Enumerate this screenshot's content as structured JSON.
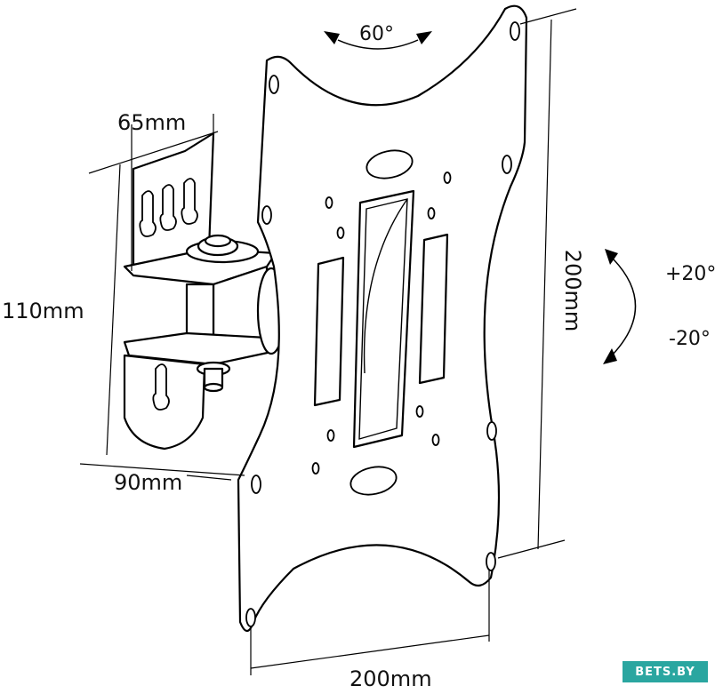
{
  "labels": {
    "rotation_angle": "60°",
    "bracket_width": "65mm",
    "bracket_height": "110mm",
    "bracket_depth": "90mm",
    "plate_height": "200mm",
    "plate_width": "200mm",
    "tilt_up": "+20°",
    "tilt_down": "-20°"
  },
  "watermark": "BETS.BY"
}
